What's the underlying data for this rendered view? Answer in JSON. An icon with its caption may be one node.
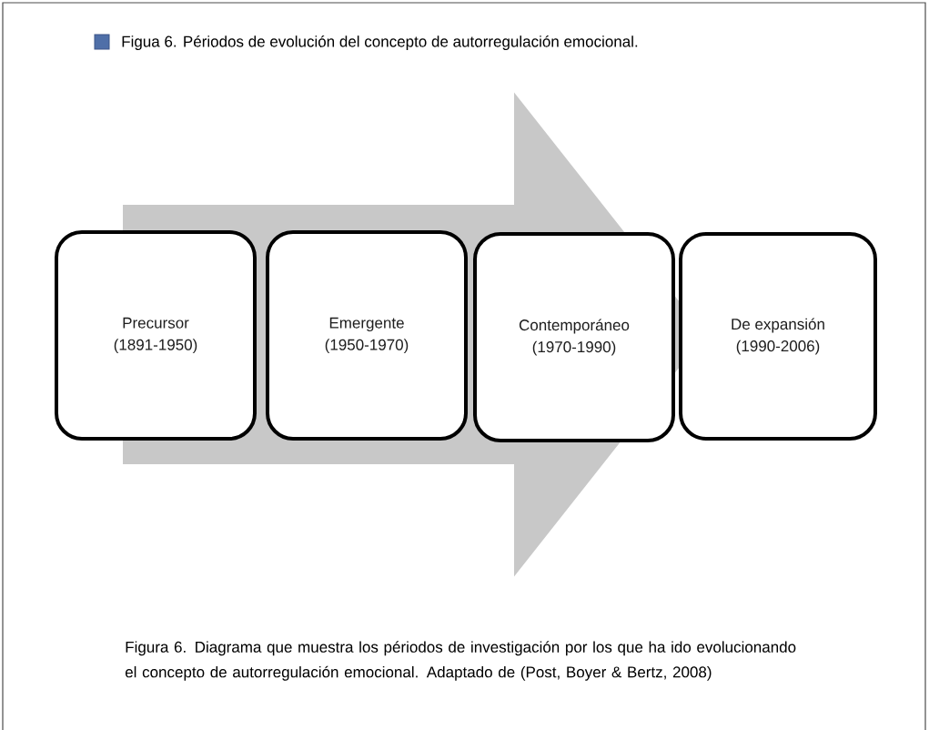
{
  "diagram": {
    "title": "Figua 6. Périodos de evolución del concepto de autorregulación emocional.",
    "nodes": [
      {
        "text": [
          "Precursor",
          "(1891-1950)"
        ]
      },
      {
        "text": [
          "Emergente",
          "(1950-1970)"
        ]
      },
      {
        "text": [
          "Contemporáneo",
          "(1970-1990)"
        ]
      },
      {
        "text": [
          "De expansión",
          "(1990-2006)"
        ]
      }
    ],
    "edges": [
      {
        "from": 0,
        "to": 3,
        "arrow": "to"
      }
    ],
    "caption": "Figura 6. Diagrama que muestra los périodos de investigación por los que ha ido evolucionando el concepto de autorregulación emocional. Adaptado de (Post, Boyer & Bertz, 2008)"
  }
}
